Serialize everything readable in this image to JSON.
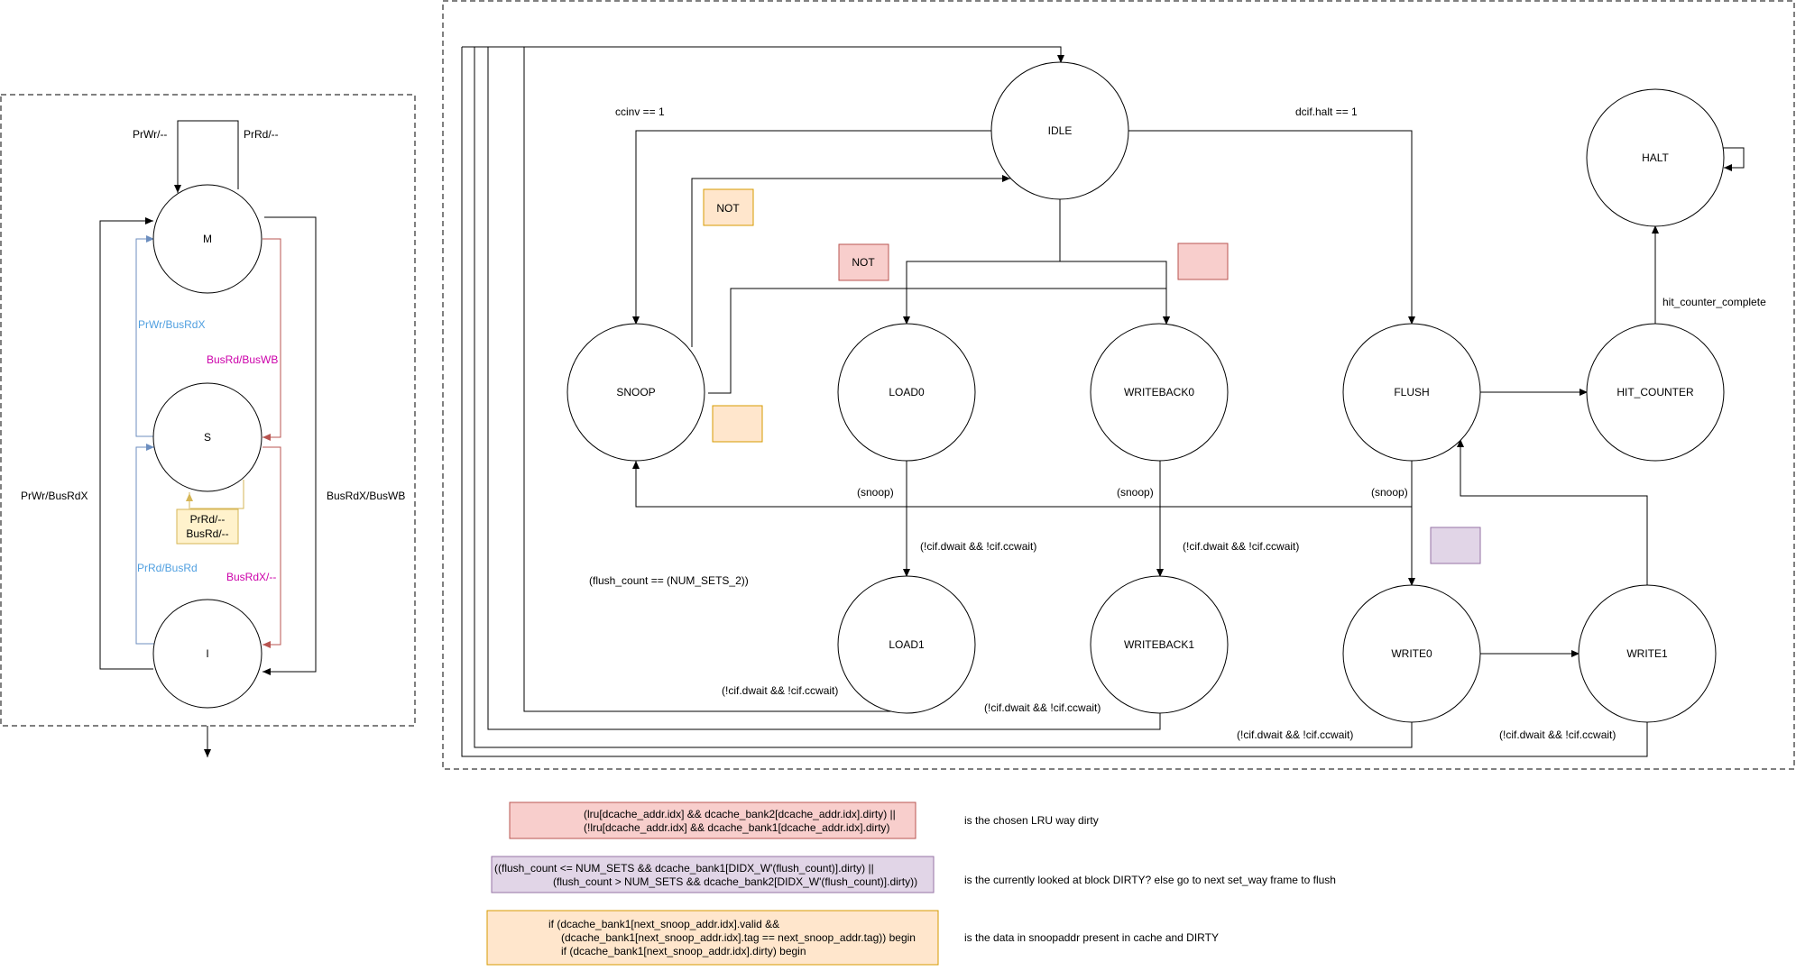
{
  "mesi": {
    "states": {
      "m": "M",
      "s": "S",
      "i": "I"
    },
    "labels": {
      "prwr_self": "PrWr/--",
      "prrd_self": "PrRd/--",
      "s_to_m": "PrWr/BusRdX",
      "m_to_s": "BusRd/BusWB",
      "i_to_s": "PrRd/BusRd",
      "s_to_i": "BusRdX/--",
      "i_to_m": "PrWr/BusRdX",
      "m_to_i": "BusRdX/BusWB",
      "s_self_1": "PrRd/--",
      "s_self_2": "BusRd/--"
    },
    "colors": {
      "blue": "#6c8ebf",
      "red": "#b85450",
      "orange": "#d6b656",
      "magenta": "#cc00aa",
      "bluetext": "#4f9fe0"
    }
  },
  "fsm": {
    "states": {
      "idle": "IDLE",
      "snoop": "SNOOP",
      "load0": "LOAD0",
      "writeback0": "WRITEBACK0",
      "flush": "FLUSH",
      "hit_counter": "HIT_COUNTER",
      "halt": "HALT",
      "load1": "LOAD1",
      "writeback1": "WRITEBACK1",
      "write0": "WRITE0",
      "write1": "WRITE1"
    },
    "labels": {
      "ccinv": "ccinv == 1",
      "dcif_halt": "dcif.halt == 1",
      "not_orange": "NOT",
      "not_red": "NOT",
      "hit_counter_complete": "hit_counter_complete",
      "snoop_load": "(snoop)",
      "snoop_wb": "(snoop)",
      "snoop_flush": "(snoop)",
      "wait_load0": "(!cif.dwait && !cif.ccwait)",
      "wait_wb0": "(!cif.dwait && !cif.ccwait)",
      "flush_count": "(flush_count == (NUM_SETS_2))",
      "wait_load1": "(!cif.dwait && !cif.ccwait)",
      "wait_wb1": "(!cif.dwait && !cif.ccwait)",
      "wait_write0": "(!cif.dwait && !cif.ccwait)",
      "wait_write1": "(!cif.dwait && !cif.ccwait)"
    },
    "colors": {
      "red_fill": "#f8cecc",
      "red_stroke": "#b85450",
      "orange_fill": "#ffe6cc",
      "orange_stroke": "#d79b00",
      "purple_fill": "#e1d5e7",
      "purple_stroke": "#9673a6"
    }
  },
  "legend": {
    "red": {
      "lines": [
        "(lru[dcache_addr.idx] && dcache_bank2[dcache_addr.idx].dirty) ||",
        "(!lru[dcache_addr.idx] && dcache_bank1[dcache_addr.idx].dirty)"
      ],
      "desc": "is the chosen LRU way dirty"
    },
    "purple": {
      "lines": [
        "((flush_count <= NUM_SETS && dcache_bank1[DIDX_W'(flush_count)].dirty) ||",
        "(flush_count > NUM_SETS && dcache_bank2[DIDX_W'(flush_count)].dirty))"
      ],
      "desc": "is the currently looked at block DIRTY? else go to next set_way frame to flush"
    },
    "orange": {
      "lines": [
        "if (dcache_bank1[next_snoop_addr.idx].valid &&",
        "(dcache_bank1[next_snoop_addr.idx].tag == next_snoop_addr.tag)) begin",
        "if (dcache_bank1[next_snoop_addr.idx].dirty) begin"
      ],
      "desc": "is the data in snoopaddr present in cache and DIRTY"
    }
  }
}
